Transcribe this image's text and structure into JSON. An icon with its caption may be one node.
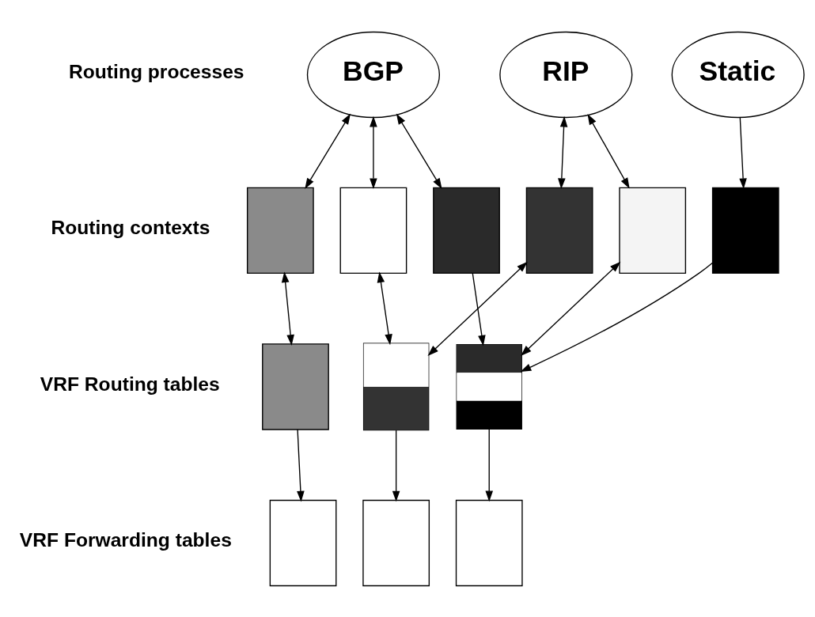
{
  "diagram": {
    "nodes": [
      {
        "text": [
          "BGP"
        ]
      },
      {
        "text": [
          "RIP"
        ]
      },
      {
        "text": [
          "Static"
        ]
      },
      {
        "text": [],
        "shape": "box"
      },
      {
        "text": [],
        "shape": "box"
      },
      {
        "text": [],
        "shape": "box"
      },
      {
        "text": [],
        "shape": "box"
      },
      {
        "text": [],
        "shape": "box"
      },
      {
        "text": [],
        "shape": "box"
      },
      {
        "text": [],
        "shape": "box"
      },
      {
        "text": [],
        "shape": "box"
      },
      {
        "text": [],
        "shape": "box"
      },
      {
        "text": [],
        "shape": "box"
      },
      {
        "text": [],
        "shape": "box"
      },
      {
        "text": [],
        "shape": "box"
      }
    ],
    "edges": [
      {
        "from": 0,
        "to": 3,
        "arrow": "both"
      },
      {
        "from": 0,
        "to": 4,
        "arrow": "both"
      },
      {
        "from": 0,
        "to": 5,
        "arrow": "both"
      },
      {
        "from": 1,
        "to": 6,
        "arrow": "both"
      },
      {
        "from": 1,
        "to": 7,
        "arrow": "both"
      },
      {
        "from": 2,
        "to": 8,
        "arrow": "to"
      },
      {
        "from": 3,
        "to": 9,
        "arrow": "both"
      },
      {
        "from": 4,
        "to": 10,
        "arrow": "both"
      },
      {
        "from": 6,
        "to": 10,
        "arrow": "both"
      },
      {
        "from": 5,
        "to": 11,
        "arrow": "to"
      },
      {
        "from": 7,
        "to": 11,
        "arrow": "both"
      },
      {
        "from": 8,
        "to": 11,
        "arrow": "to"
      },
      {
        "from": 9,
        "to": 12,
        "arrow": "to"
      },
      {
        "from": 10,
        "to": 13,
        "arrow": "to"
      },
      {
        "from": 11,
        "to": 14,
        "arrow": "to"
      }
    ],
    "labels": [
      "Routing processes",
      "Routing contexts",
      "VRF Routing tables",
      "VRF Forwarding tables"
    ]
  }
}
